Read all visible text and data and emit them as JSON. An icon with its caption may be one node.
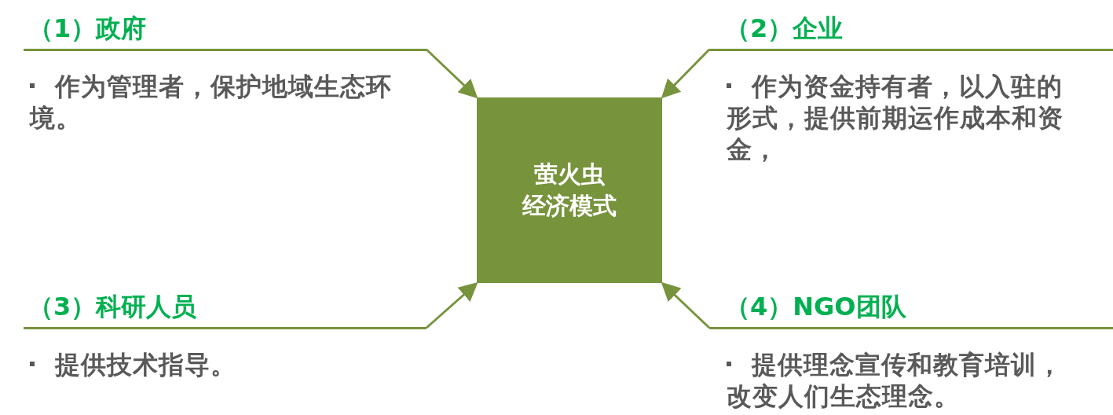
{
  "diagram": {
    "nodes": [
      {
        "text": [
          "（1）政府",
          "作为管理者，保护地域生态环境。"
        ]
      },
      {
        "text": [
          "（2）企业",
          "作为资金持有者，以入驻的形式，提供前期运作成本和资金，"
        ]
      },
      {
        "text": [
          "萤火虫",
          "经济模式"
        ]
      },
      {
        "text": [
          "（3）科研人员",
          "提供技术指导。"
        ]
      },
      {
        "text": [
          "（4）NGO团队",
          "提供理念宣传和教育培训，改变人们生态理念。"
        ]
      }
    ],
    "edges": [
      {
        "from": 0,
        "to": 2,
        "arrow": "to"
      },
      {
        "from": 1,
        "to": 2,
        "arrow": "to"
      },
      {
        "from": 3,
        "to": 2,
        "arrow": "to"
      },
      {
        "from": 4,
        "to": 2,
        "arrow": "to"
      }
    ]
  }
}
